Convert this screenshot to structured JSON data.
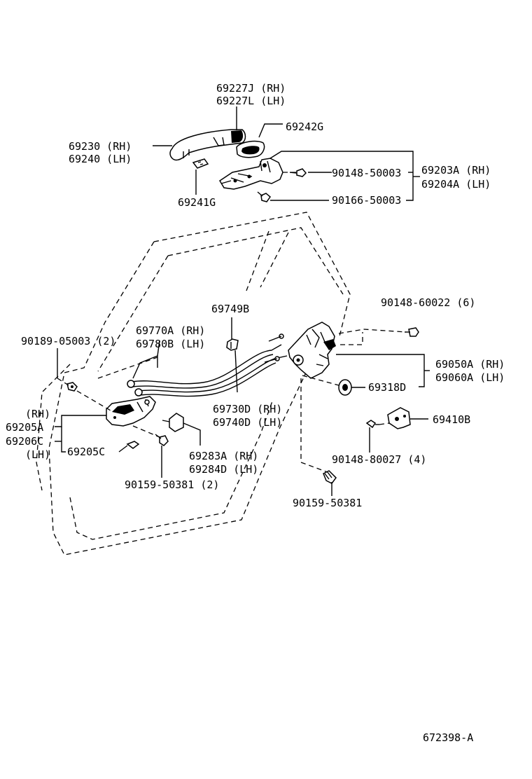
{
  "diagram_id": "672398-A",
  "labels": {
    "p69227": [
      "69227J (RH)",
      "69227L (LH)"
    ],
    "p69242G": "69242G",
    "p69230": [
      "69230 (RH)",
      "69240 (LH)"
    ],
    "p90148_50003": "90148-50003",
    "p69203": [
      "69203A (RH)",
      "69204A (LH)"
    ],
    "p69241G": "69241G",
    "p90166_50003": "90166-50003",
    "p90148_60022": "90148-60022 (6)",
    "p69749B": "69749B",
    "p69770": [
      "69770A (RH)",
      "69780B (LH)"
    ],
    "p90189_05003": "90189-05003 (2)",
    "p69050": [
      "69050A (RH)",
      "69060A (LH)"
    ],
    "p69318D": "69318D",
    "p69205": [
      "(RH)",
      "69205A",
      "69206C",
      "(LH)"
    ],
    "p69205C": "69205C",
    "p69730": [
      "69730D (RH)",
      "69740D (LH)"
    ],
    "p69410B": "69410B",
    "p90148_80027": "90148-80027 (4)",
    "p69283": [
      "69283A (RH)",
      "69284D (LH)"
    ],
    "p90159_50381_2": "90159-50381 (2)",
    "p90159_50381": "90159-50381"
  }
}
